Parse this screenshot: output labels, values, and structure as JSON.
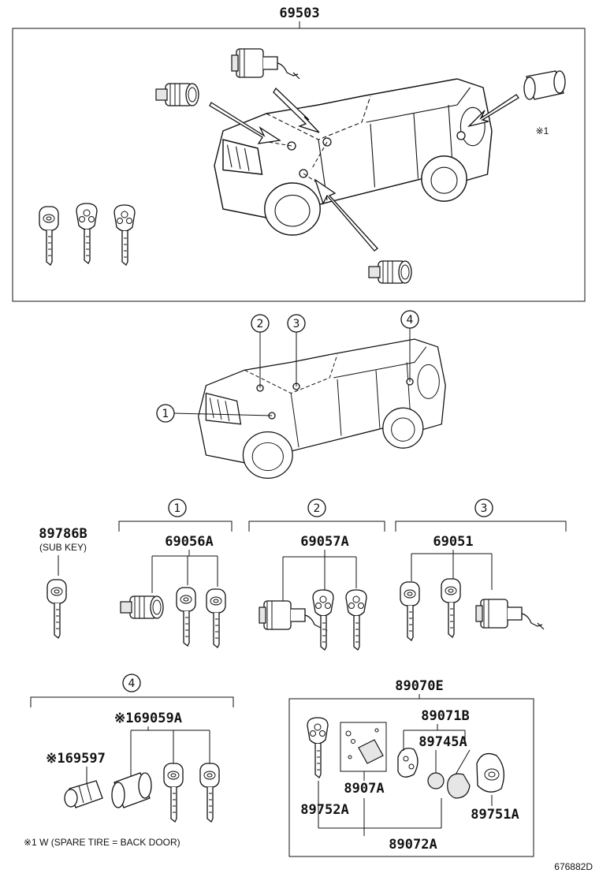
{
  "top_assembly": {
    "part_number": "69503",
    "note_marker": "※1"
  },
  "callouts": {
    "c1": "1",
    "c2": "2",
    "c3": "3",
    "c4": "4"
  },
  "sub_key": {
    "part_number": "89786B",
    "note": "(SUB KEY)"
  },
  "groups": {
    "g1": {
      "marker": "1",
      "part_number": "69056A"
    },
    "g2": {
      "marker": "2",
      "part_number": "69057A"
    },
    "g3": {
      "marker": "3",
      "part_number": "69051"
    },
    "g4": {
      "marker": "4",
      "part_number": "※169059A",
      "sub_part": "※169597"
    }
  },
  "transmitter": {
    "assembly": "89070E",
    "parts": {
      "p1": "89071B",
      "p2": "89745A",
      "p3": "8907A",
      "p4": "89752A",
      "p5": "89751A",
      "p6": "89072A"
    }
  },
  "footnote": "※1 W (SPARE TIRE =  BACK DOOR)",
  "diagram_id": "676882D"
}
